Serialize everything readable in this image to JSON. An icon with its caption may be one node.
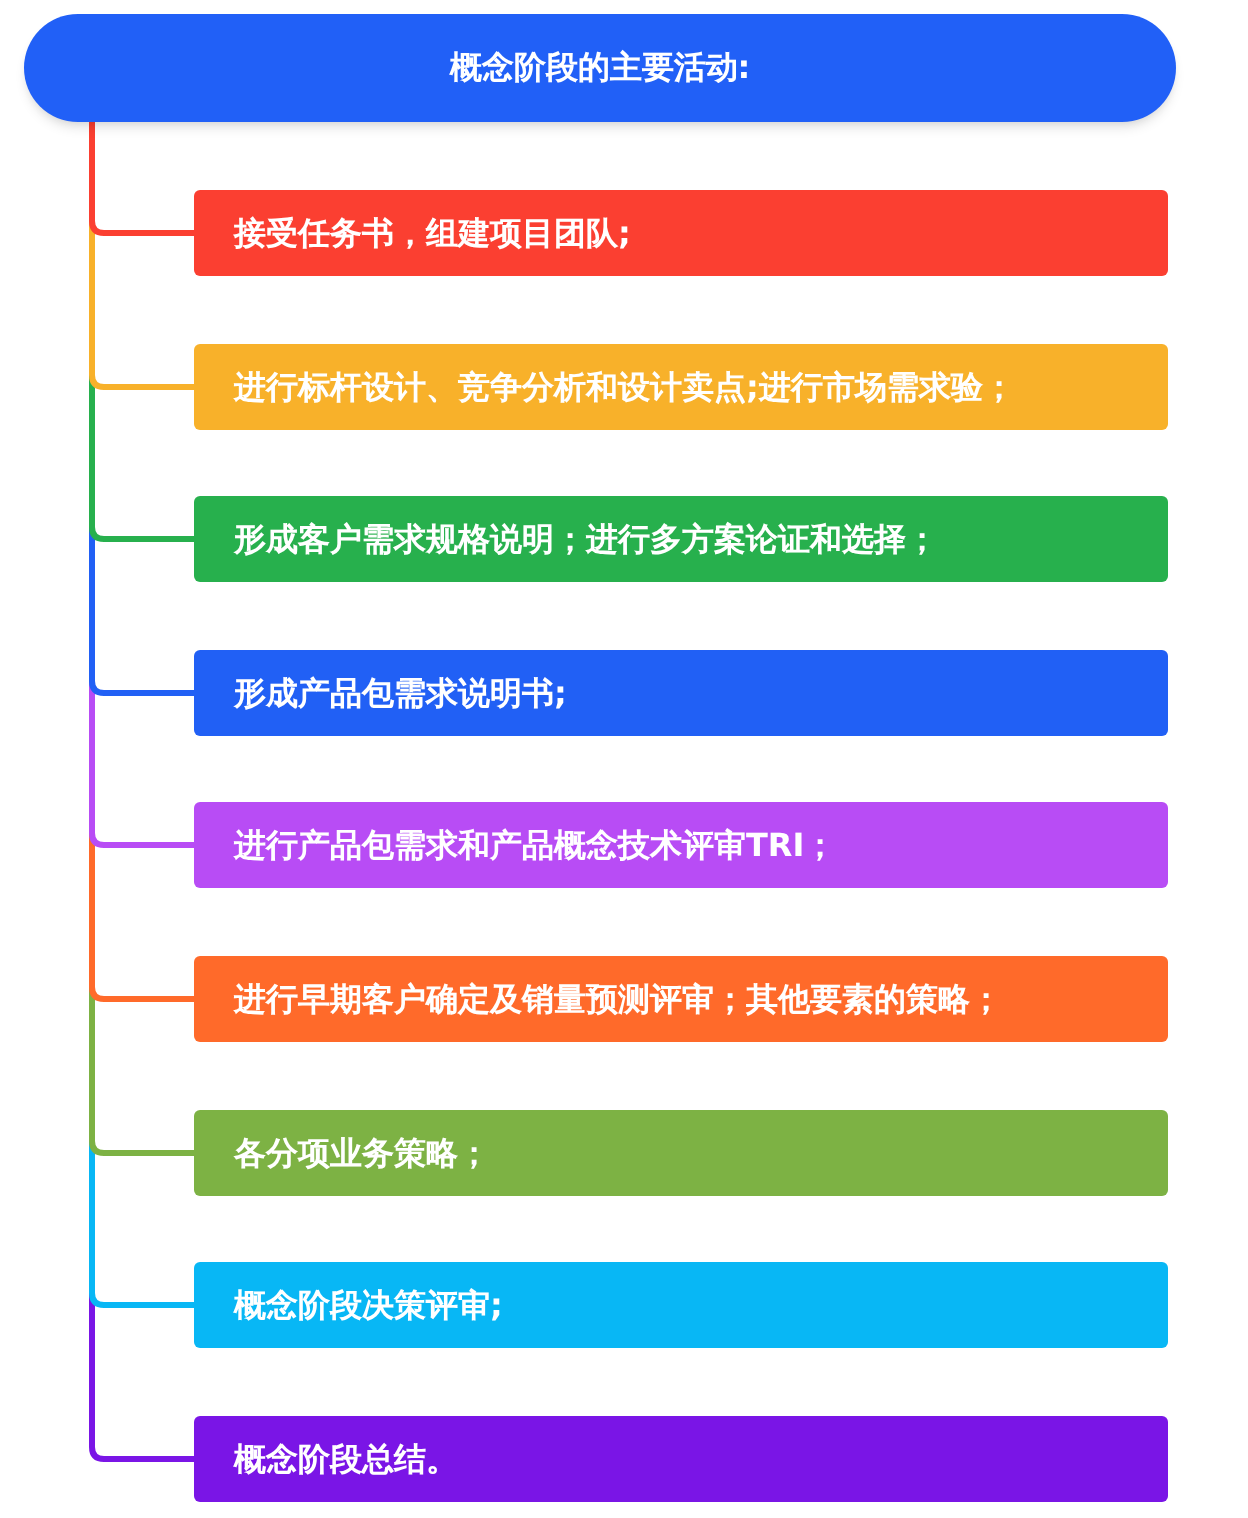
{
  "diagram": {
    "nodes": [
      {
        "text": [
          "概念阶段的主要活动:"
        ]
      },
      {
        "text": [
          "接受任务书，组建项目团队;"
        ]
      },
      {
        "text": [
          "进行标杆设计、竞争分析和设计卖点;进行市场需求验；"
        ]
      },
      {
        "text": [
          "形成客户需求规格说明；进行多方案论证和选择；"
        ]
      },
      {
        "text": [
          "形成产品包需求说明书;"
        ]
      },
      {
        "text": [
          "进行产品包需求和产品概念技术评审TRI；"
        ]
      },
      {
        "text": [
          "进行早期客户确定及销量预测评审；其他要素的策略；"
        ]
      },
      {
        "text": [
          "各分项业务策略；"
        ]
      },
      {
        "text": [
          "概念阶段决策评审;"
        ]
      },
      {
        "text": [
          "概念阶段总结。"
        ]
      }
    ],
    "edges": [
      {
        "from": 0,
        "to": 1,
        "arrow": "none",
        "color": "#fb3f31"
      },
      {
        "from": 0,
        "to": 2,
        "arrow": "none",
        "color": "#f8b12a"
      },
      {
        "from": 0,
        "to": 3,
        "arrow": "none",
        "color": "#27b04d"
      },
      {
        "from": 0,
        "to": 4,
        "arrow": "none",
        "color": "#2160f5"
      },
      {
        "from": 0,
        "to": 5,
        "arrow": "none",
        "color": "#b84cf5"
      },
      {
        "from": 0,
        "to": 6,
        "arrow": "none",
        "color": "#ff6a2a"
      },
      {
        "from": 0,
        "to": 7,
        "arrow": "none",
        "color": "#7db244"
      },
      {
        "from": 0,
        "to": 8,
        "arrow": "none",
        "color": "#08b7f5"
      },
      {
        "from": 0,
        "to": 9,
        "arrow": "none",
        "color": "#7a15e6"
      }
    ]
  }
}
